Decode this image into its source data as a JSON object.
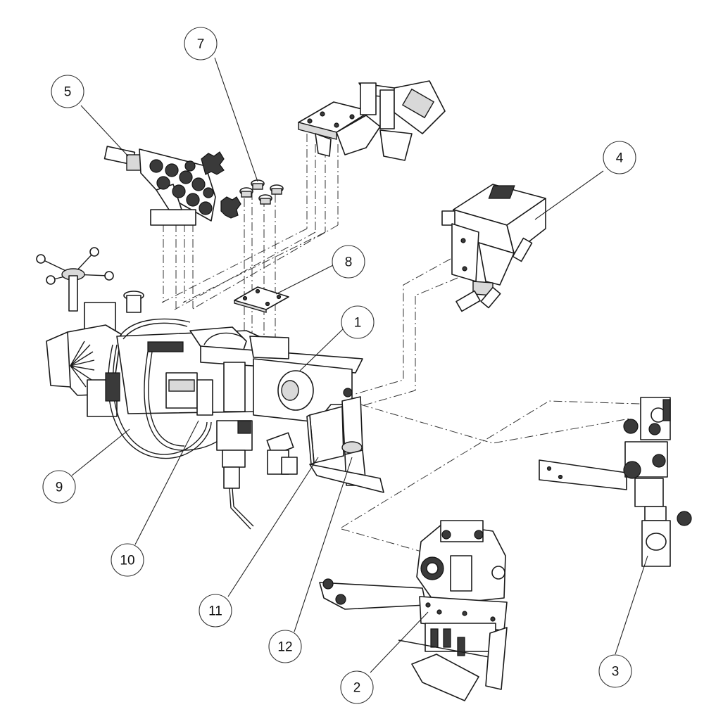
{
  "callouts": {
    "c1": "1",
    "c2": "2",
    "c3": "3",
    "c4": "4",
    "c5": "5",
    "c7": "7",
    "c8": "8",
    "c9": "9",
    "c10": "10",
    "c11": "11",
    "c12": "12"
  }
}
